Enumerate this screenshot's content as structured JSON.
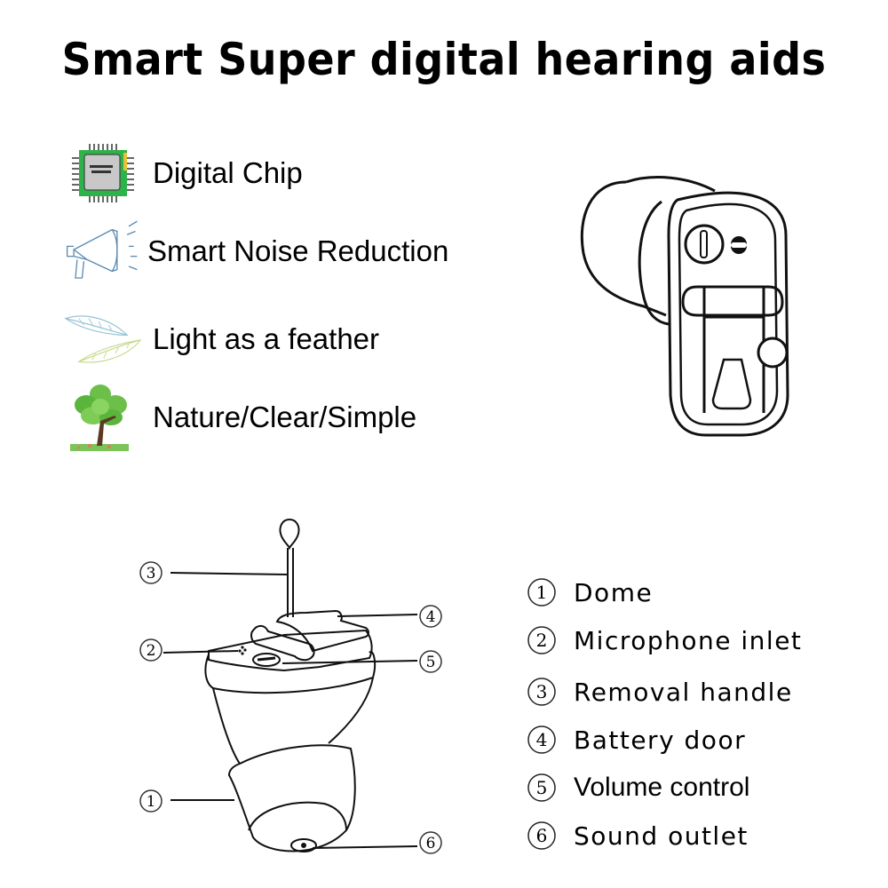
{
  "title": "Smart Super digital hearing aids",
  "features": [
    {
      "icon": "chip-icon",
      "label": "Digital Chip"
    },
    {
      "icon": "megaphone-icon",
      "label": "Smart Noise Reduction"
    },
    {
      "icon": "feather-icon",
      "label": "Light as a feather"
    },
    {
      "icon": "tree-icon",
      "label": "Nature/Clear/Simple"
    }
  ],
  "parts": [
    {
      "number": "1",
      "label": "Dome"
    },
    {
      "number": "2",
      "label": "Microphone inlet"
    },
    {
      "number": "3",
      "label": "Removal handle"
    },
    {
      "number": "4",
      "label": "Battery door"
    },
    {
      "number": "5",
      "label": "Volume control"
    },
    {
      "number": "6",
      "label": "Sound outlet"
    }
  ],
  "diagram_callouts": [
    "3",
    "2",
    "4",
    "5",
    "1",
    "6"
  ],
  "colors": {
    "chip_green": "#2db34a",
    "chip_gray": "#c8c8c8",
    "megaphone_blue": "#5a8bb0",
    "leaf_green": "#6cc04a",
    "trunk_brown": "#5a3a22",
    "text": "#000000"
  }
}
